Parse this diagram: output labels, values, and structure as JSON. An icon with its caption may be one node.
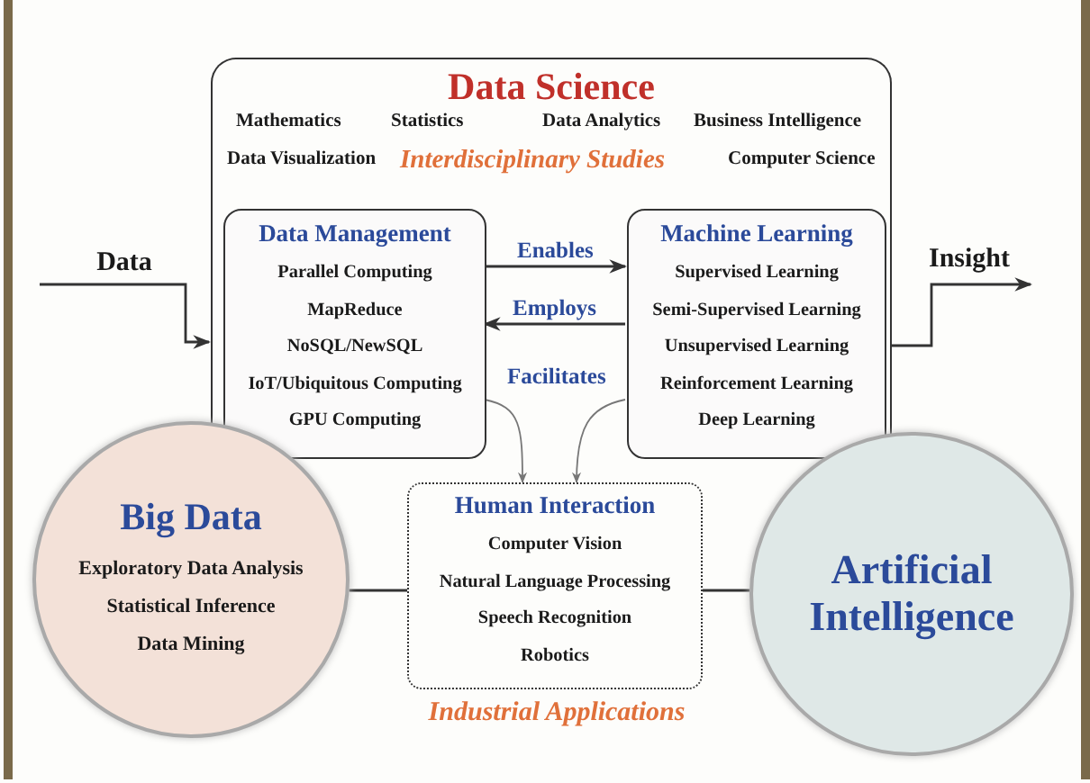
{
  "diagram": {
    "nodes": [
      {
        "text": [
          "Data Science",
          "Mathematics",
          "Statistics",
          "Data Analytics",
          "Business Intelligence",
          "Data Visualization",
          "Interdisciplinary Studies",
          "Computer Science"
        ]
      },
      {
        "text": [
          "Data Management",
          "Parallel Computing",
          "MapReduce",
          "NoSQL/NewSQL",
          "IoT/Ubiquitous Computing",
          "GPU Computing"
        ],
        "in": 0
      },
      {
        "text": [
          "Machine Learning",
          "Supervised Learning",
          "Semi-Supervised Learning",
          "Unsupervised Learning",
          "Reinforcement Learning",
          "Deep Learning"
        ],
        "in": 0
      },
      {
        "text": [
          "Big Data",
          "Exploratory Data Analysis",
          "Statistical Inference",
          "Data Mining"
        ]
      },
      {
        "text": [
          "Human Interaction",
          "Computer Vision",
          "Natural Language Processing",
          "Speech Recognition",
          "Robotics"
        ],
        "beside": [
          "Industrial Applications"
        ]
      },
      {
        "text": [
          "Artificial Intelligence"
        ]
      },
      {
        "text": [
          "Data"
        ]
      },
      {
        "text": [
          "Insight"
        ]
      }
    ],
    "edges": [
      {
        "from": 6,
        "to": 0,
        "arrow": "to"
      },
      {
        "from": 0,
        "to": 7,
        "arrow": "to"
      },
      {
        "from": 1,
        "to": 2,
        "arrow": "to",
        "label": "Enables"
      },
      {
        "from": 2,
        "to": 1,
        "arrow": "to",
        "label": "Employs"
      },
      {
        "from": 1,
        "to": 4,
        "arrow": "to",
        "label": "Facilitates",
        "color": "#777777"
      },
      {
        "from": 2,
        "to": 4,
        "arrow": "to",
        "color": "#777777"
      },
      {
        "from": 3,
        "to": 4,
        "arrow": "none"
      },
      {
        "from": 4,
        "to": 5,
        "arrow": "none"
      }
    ]
  }
}
